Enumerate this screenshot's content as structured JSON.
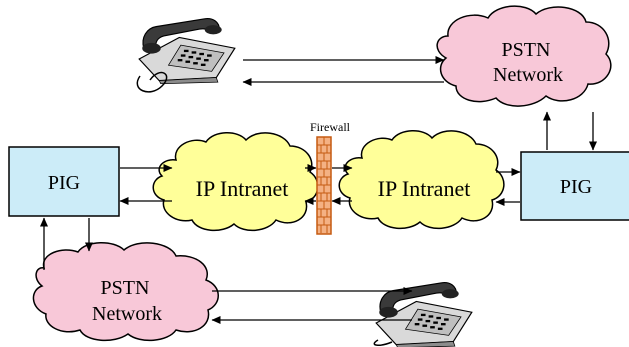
{
  "nodes": {
    "pig_left": "PIG",
    "pig_right": "PIG",
    "intranet_left": "IP Intranet",
    "intranet_right": "IP Intranet",
    "firewall": "Firewall",
    "pstn_top": {
      "line1": "PSTN",
      "line2": "Network"
    },
    "pstn_bottom": {
      "line1": "PSTN",
      "line2": "Network"
    }
  },
  "colors": {
    "pig_fill": "#ccecf8",
    "intranet_fill": "#ffff99",
    "pstn_fill": "#f8c8d8",
    "firewall_fill": "#f4b183",
    "firewall_stroke": "#c55a11",
    "arrow": "#000000"
  }
}
